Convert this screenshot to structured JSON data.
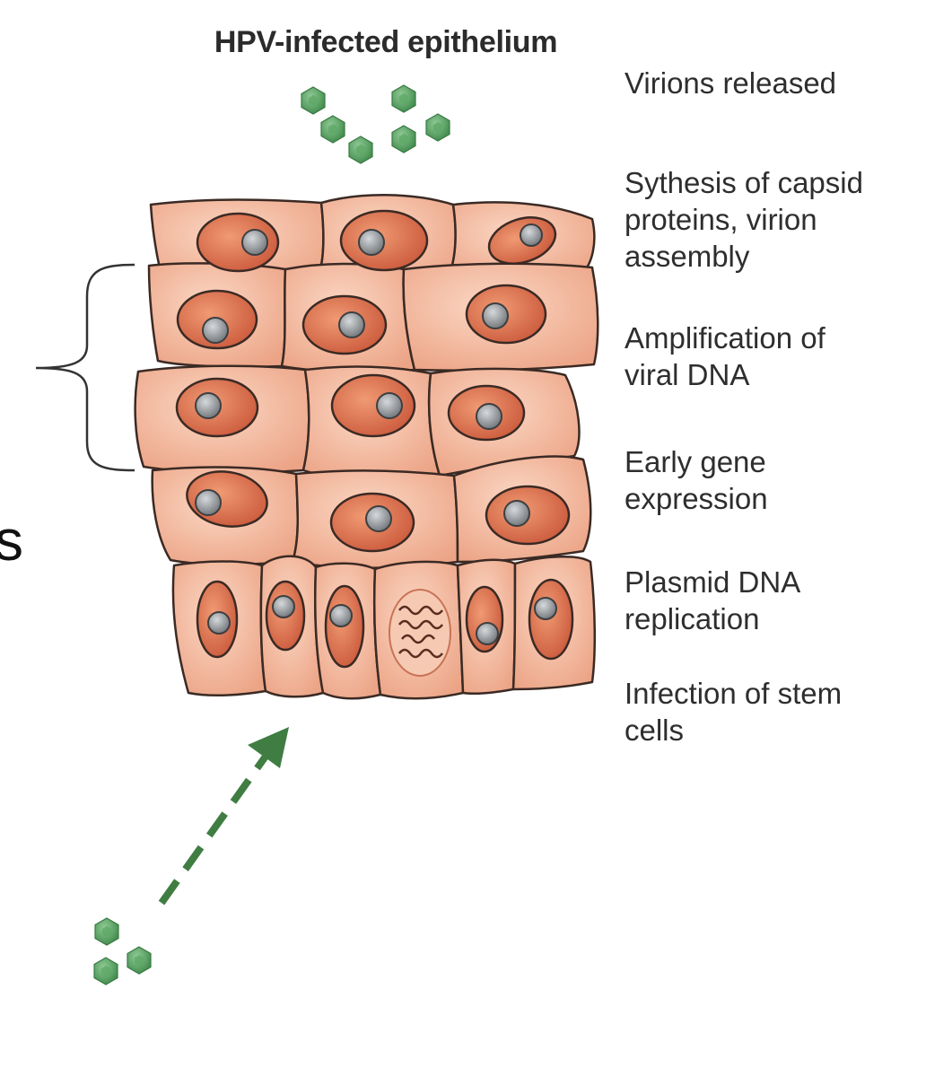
{
  "diagram": {
    "title": "HPV-infected epithelium",
    "edge_fragment": "s",
    "stages": [
      {
        "id": "virions-released",
        "label": "Virions released"
      },
      {
        "id": "capsid-synthesis",
        "label": "Sythesis of capsid proteins, virion assembly"
      },
      {
        "id": "dna-amplification",
        "label": "Amplification of viral DNA"
      },
      {
        "id": "early-gene-expression",
        "label": "Early gene expression"
      },
      {
        "id": "plasmid-replication",
        "label": "Plasmid DNA replication"
      },
      {
        "id": "stem-cell-infection",
        "label": "Infection of stem cells"
      }
    ]
  },
  "colors": {
    "cell_fill": "#f1b79c",
    "cell_outline": "#3b2a24",
    "nucleus_fill": "#d96f4a",
    "nucleolus_fill": "#8e9296",
    "virion": "#4f9a5a",
    "arrow": "#3f7d43",
    "bracket": "#333333"
  },
  "icons": [
    "virion-icon",
    "dashed-arrow",
    "bracket"
  ]
}
